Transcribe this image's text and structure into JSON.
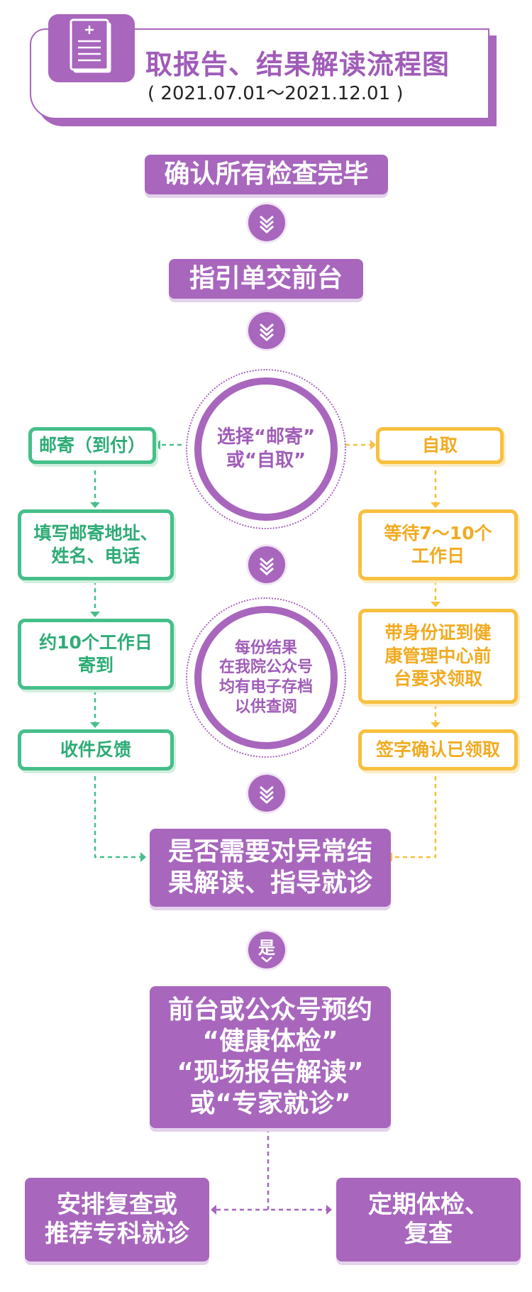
{
  "header": {
    "title": "取报告、结果解读流程图",
    "date_range": "( 2021.07.01～2021.12.01 )",
    "icon": "document-icon",
    "accent_color": "#a866bd"
  },
  "main_flow": {
    "step1": "确认所有检查完毕",
    "step2": "指引单交前台",
    "choice": "选择“邮寄”\n或“自取”",
    "archive_note": "每份结果\n在我院公众号\n均有电子存档\n以供查阅",
    "question": "是否需要对异常结\n果解读、指导就诊",
    "yes_label": "是",
    "booking": "前台或公众号预约\n“健康体检”\n“现场报告解读”\n或“专家就诊”"
  },
  "mail_branch": {
    "color": "#45bf89",
    "title": "邮寄（到付）",
    "steps": [
      "填写邮寄地址、\n姓名、电话",
      "约10个工作日\n寄到",
      "收件反馈"
    ]
  },
  "pickup_branch": {
    "color": "#f7c03f",
    "title": "自取",
    "steps": [
      "等待7～10个\n工作日",
      "带身份证到健\n康管理中心前\n台要求领取",
      "签字确认已领取"
    ]
  },
  "outcomes": {
    "left": "安排复查或\n推荐专科就诊",
    "right": "定期体检、\n复查"
  }
}
